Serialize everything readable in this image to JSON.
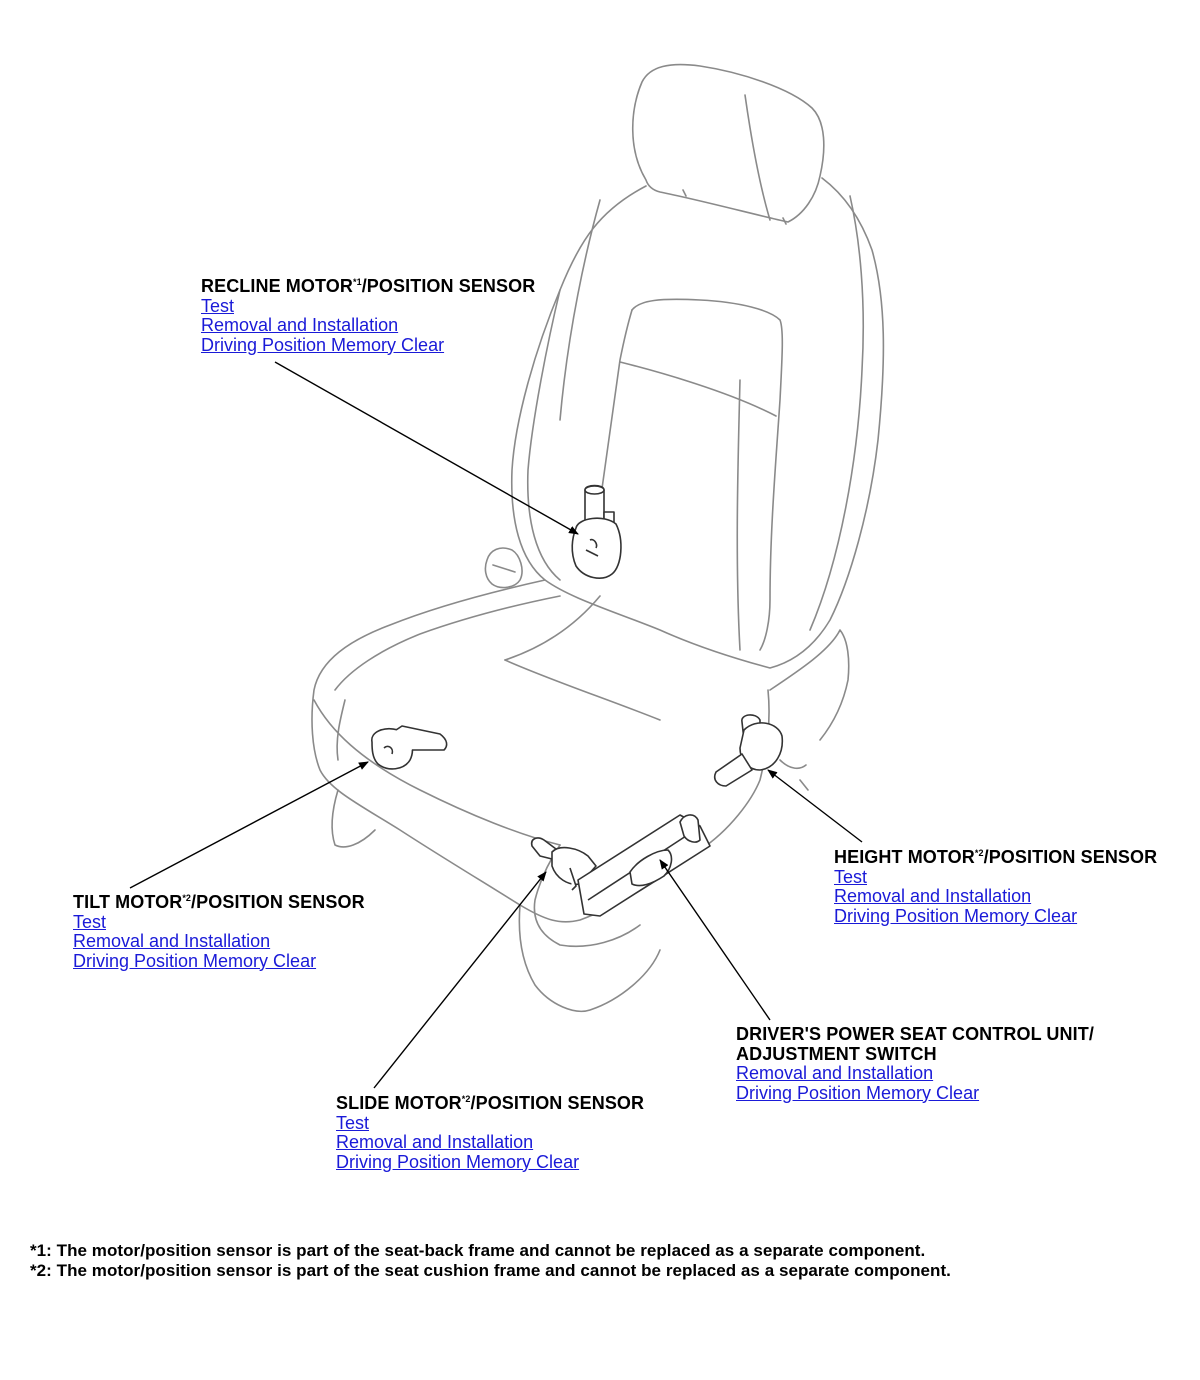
{
  "colors": {
    "link": "#1a1ad8",
    "text": "#000000",
    "drawing": "#8a8a8a"
  },
  "callouts": {
    "recline": {
      "title_a": "RECLINE MOTOR",
      "mark": "*1",
      "title_b": "/POSITION SENSOR",
      "links": [
        "Test",
        "Removal and Installation",
        "Driving Position Memory Clear"
      ]
    },
    "tilt": {
      "title_a": "TILT MOTOR",
      "mark": "*2",
      "title_b": "/POSITION SENSOR",
      "links": [
        "Test",
        "Removal and Installation",
        "Driving Position Memory Clear"
      ]
    },
    "height": {
      "title_a": "HEIGHT MOTOR",
      "mark": "*2",
      "title_b": "/POSITION SENSOR",
      "links": [
        "Test",
        "Removal and Installation",
        "Driving Position Memory Clear"
      ]
    },
    "control_unit": {
      "title_line1": "DRIVER'S POWER SEAT CONTROL UNIT/",
      "title_line2": "ADJUSTMENT SWITCH",
      "links": [
        "Removal and Installation",
        "Driving Position Memory Clear"
      ]
    },
    "slide": {
      "title_a": "SLIDE MOTOR",
      "mark": "*2",
      "title_b": "/POSITION SENSOR",
      "links": [
        "Test",
        "Removal and Installation",
        "Driving Position Memory Clear"
      ]
    }
  },
  "footnotes": [
    "*1: The motor/position sensor is part of the seat-back frame and cannot be replaced as a separate component.",
    "*2: The motor/position sensor is part of the seat cushion frame and cannot be replaced as a separate component."
  ]
}
